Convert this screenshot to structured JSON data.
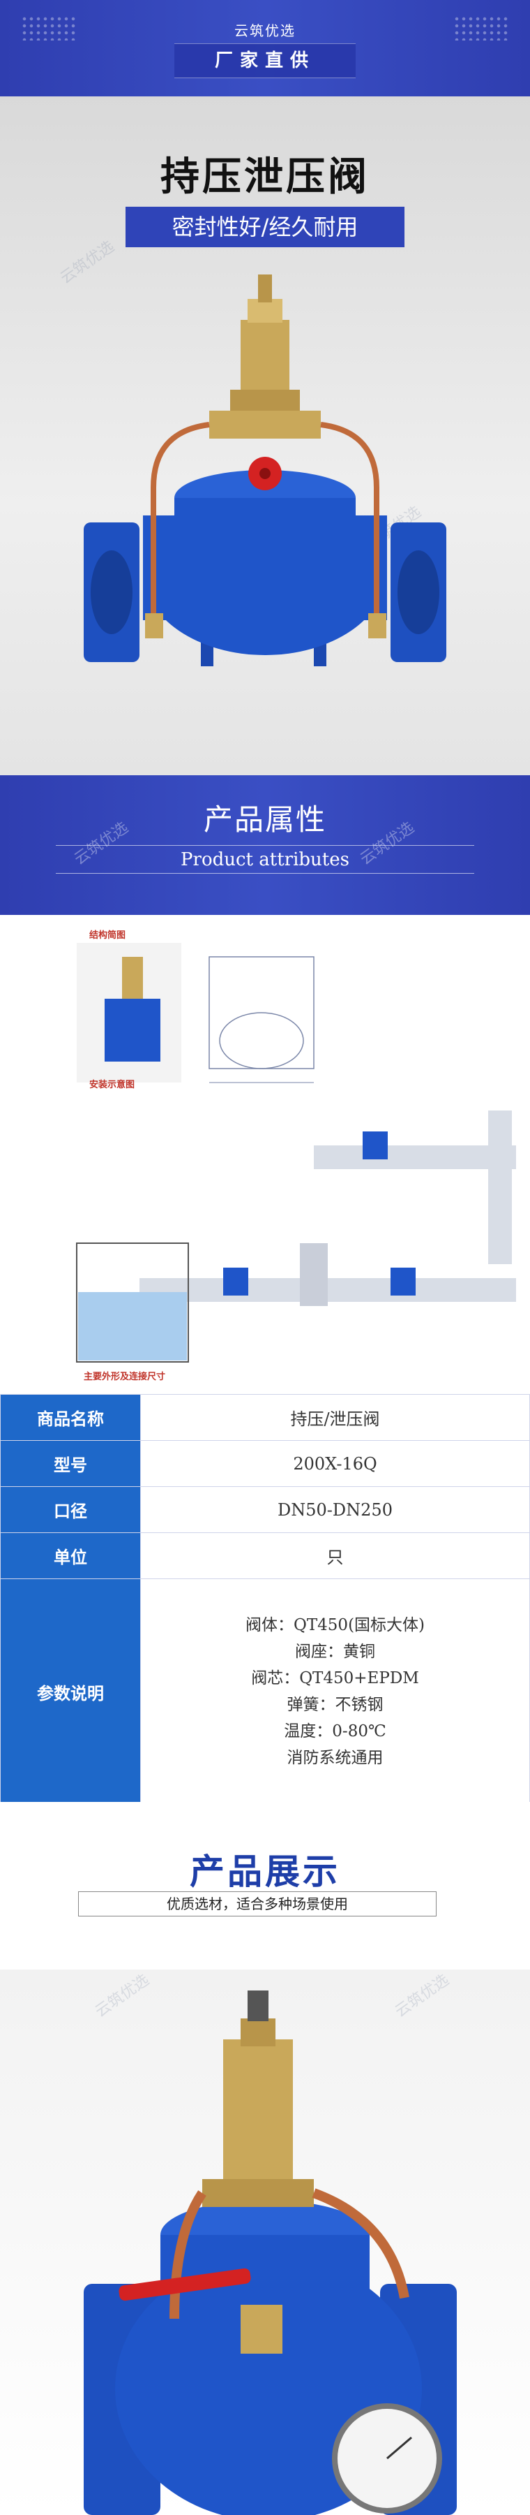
{
  "header": {
    "brand": "云筑优选",
    "tagline": "厂家直供"
  },
  "hero": {
    "title": "持压泄压阀",
    "subtitle": "密封性好/经久耐用"
  },
  "attributes_banner": {
    "title_cn": "产品属性",
    "title_en": "Product attributes"
  },
  "diagram": {
    "label_structure": "结构简图",
    "label_install": "安装示意图",
    "label_dims": "主要外形及连接尺寸"
  },
  "specs": [
    {
      "key": "商品名称",
      "value": "持压/泄压阀"
    },
    {
      "key": "型号",
      "value": "200X-16Q"
    },
    {
      "key": "口径",
      "value": "DN50-DN250"
    },
    {
      "key": "单位",
      "value": "只"
    }
  ],
  "params": {
    "key": "参数说明",
    "lines": [
      "阀体：QT450(国标大体)",
      "阀座：黄铜",
      "阀芯：QT450+EPDM",
      "弹簧：不锈钢",
      "温度：0-80℃",
      "消防系统通用"
    ]
  },
  "showcase": {
    "title": "产品展示",
    "subtitle": "优质选材，适合多种场景使用"
  },
  "watermark": "云筑优选",
  "colors": {
    "band_blue": "#3a4fc4",
    "table_blue": "#1e68c9",
    "valve_blue": "#1f55c9",
    "brass": "#c9a85a"
  }
}
